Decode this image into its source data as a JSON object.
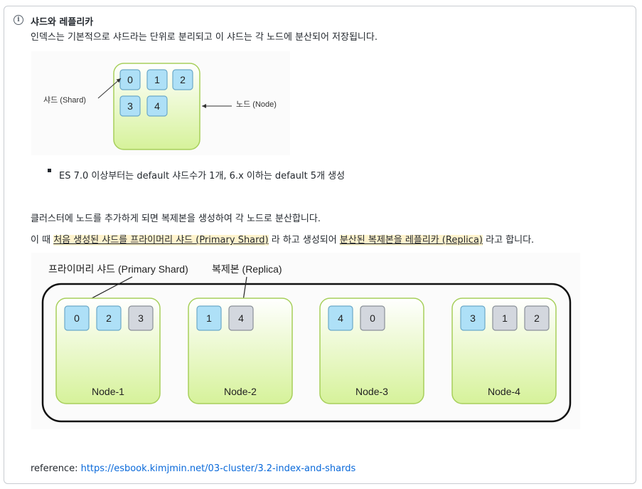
{
  "callout": {
    "icon": "info-icon",
    "title": "샤드와 레플리카",
    "intro": "인덱스는 기본적으로 샤드라는 단위로 분리되고 이 샤드는 각 노드에 분산되어 저장됩니다."
  },
  "figure1": {
    "shard_label": "샤드 (Shard)",
    "node_label": "노드 (Node)",
    "shards": [
      "0",
      "1",
      "2",
      "3",
      "4"
    ]
  },
  "bullet": "ES 7.0 이상부터는 default 샤드수가 1개, 6.x 이하는 default 5개 생성",
  "para1": "클러스터에 노드를 추가하게 되면 복제본을 생성하여 각 노드로 분산합니다.",
  "para2": {
    "t1": "이 때 ",
    "h1": "처음 생성된 샤드를 프라이머리 샤드 (Primary Shard)",
    "t2": " 라 하고 생성되어 ",
    "h2": "분산된 복제본을 레플리카 (Replica)",
    "t3": " 라고 합니다."
  },
  "figure2": {
    "primary_label": "프라이머리 샤드 (Primary Shard)",
    "replica_label": "복제본 (Replica)",
    "nodes": [
      {
        "name": "Node-1",
        "shards": [
          {
            "id": "0",
            "kind": "primary"
          },
          {
            "id": "2",
            "kind": "primary"
          },
          {
            "id": "3",
            "kind": "replica"
          }
        ]
      },
      {
        "name": "Node-2",
        "shards": [
          {
            "id": "1",
            "kind": "primary"
          },
          {
            "id": "4",
            "kind": "replica"
          }
        ]
      },
      {
        "name": "Node-3",
        "shards": [
          {
            "id": "4",
            "kind": "primary"
          },
          {
            "id": "0",
            "kind": "replica"
          }
        ]
      },
      {
        "name": "Node-4",
        "shards": [
          {
            "id": "3",
            "kind": "primary"
          },
          {
            "id": "1",
            "kind": "replica"
          },
          {
            "id": "2",
            "kind": "replica"
          }
        ]
      }
    ]
  },
  "reference": {
    "label": "reference: ",
    "url": "https://esbook.kimjmin.net/03-cluster/3.2-index-and-shards"
  },
  "colors": {
    "primary_shard": "#aee0f7",
    "replica_shard": "#d3d7de",
    "node_fill": "#e2f7b4",
    "link": "#0969da",
    "highlight": "#fff3cd"
  }
}
